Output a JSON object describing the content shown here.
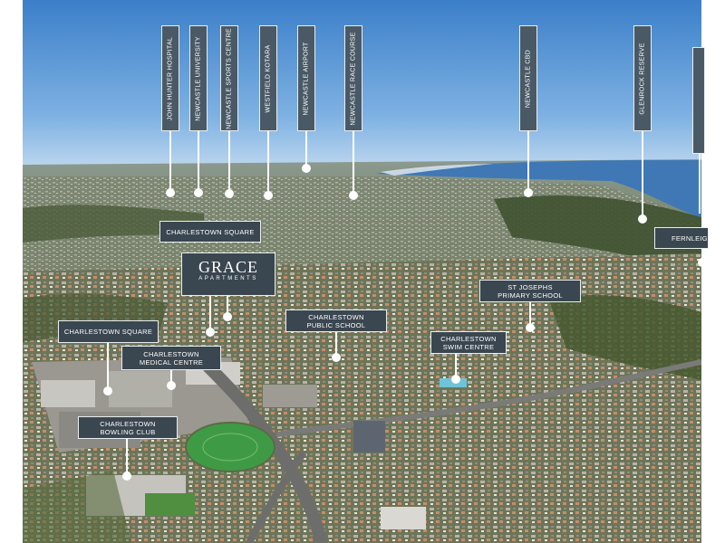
{
  "logo": {
    "name": "GRACE",
    "subtitle": "APARTMENTS"
  },
  "vertical_labels": [
    "JOHN HUNTER HOSPITAL",
    "NEWCASTLE UNIVERSITY",
    "NEWCASTLE SPORTS CENTRE",
    "WESTFIELD KOTARA",
    "NEWCASTLE AIRPORT",
    "NEWCASTLE RACE COURSE",
    "NEWCASTLE CBD",
    "GLENROCK RESERVE"
  ],
  "labels": {
    "charlestown_square_top": "CHARLESTOWN  SQUARE",
    "fernleigh": "FERNLEIG",
    "st_josephs": "ST JOSEPHS PRIMARY SCHOOL",
    "charlestown_public": "CHARLESTOWN PUBLIC SCHOOL",
    "charlestown_square_left": "CHARLESTOWN  SQUARE",
    "charlestown_swim": "CHARLESTOWN SWIM CENTRE",
    "charlestown_medical": "CHARLESTOWN MEDICAL CENTRE",
    "charlestown_bowling": "CHARLESTOWN BOWLING CLUB"
  },
  "colors": {
    "label_bg": "#3a4650",
    "vertical_label_bg": "#4a5966",
    "sky": "#5b9ad6",
    "ocean": "#3f78b5",
    "oval": "#3f9a45"
  }
}
